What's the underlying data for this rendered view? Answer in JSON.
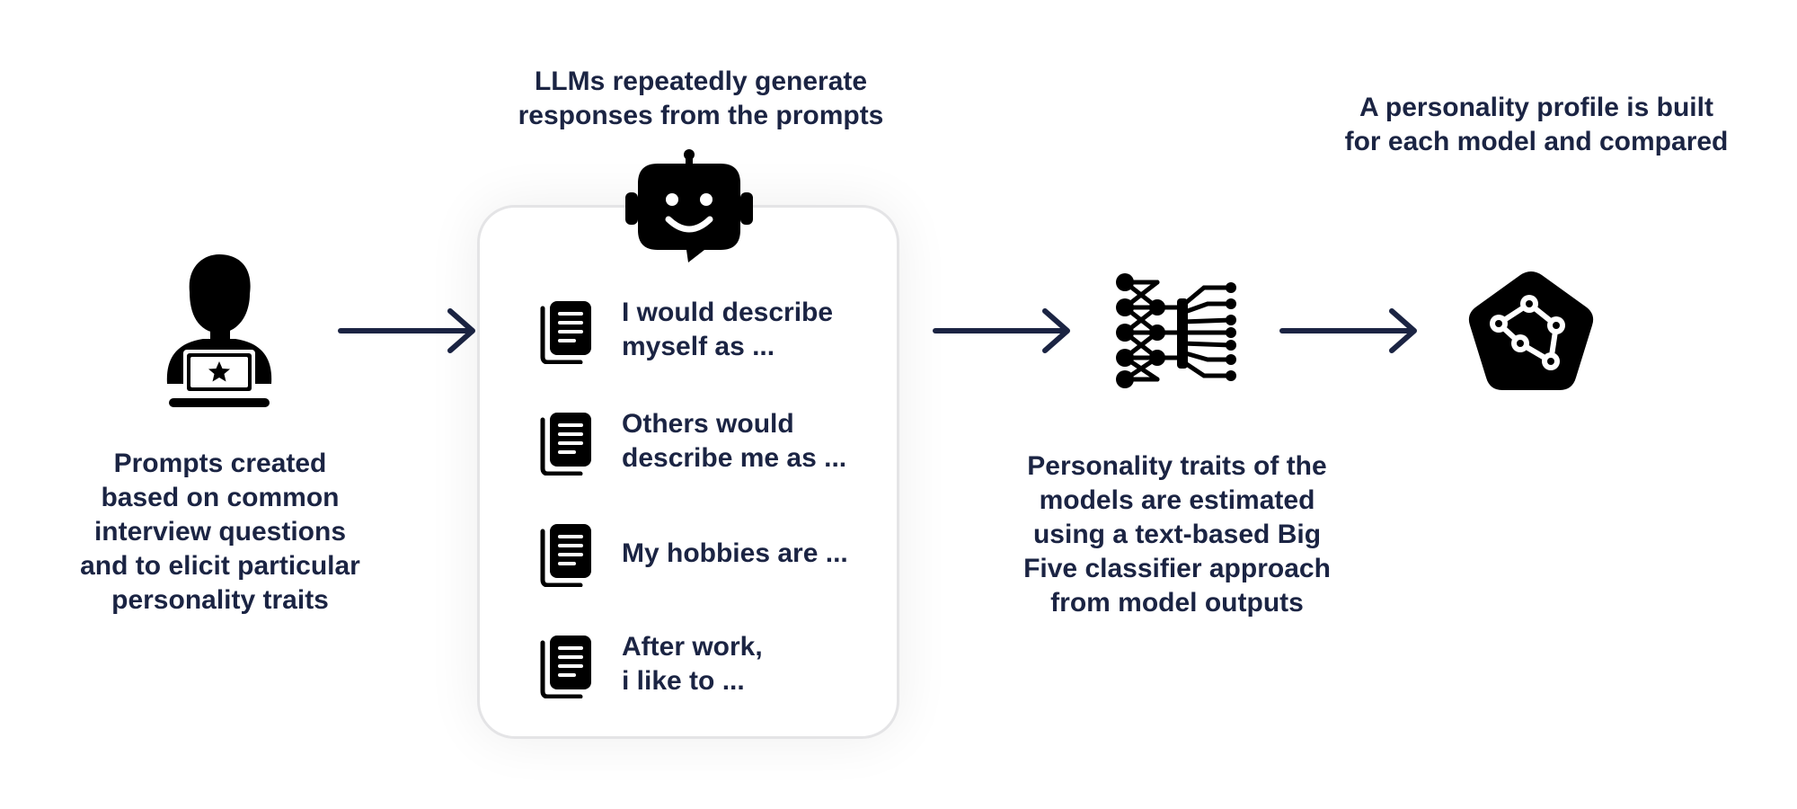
{
  "captions": {
    "prompts": [
      "Prompts created",
      "based on common",
      "interview questions",
      "and to elicit particular",
      "personality traits"
    ],
    "llm": [
      "LLMs repeatedly generate",
      "responses from the prompts"
    ],
    "profile": [
      "A personality profile is built",
      "for each model and compared"
    ],
    "traits": [
      "Personality traits of the",
      "models are estimated",
      "using a text-based Big",
      "Five classifier approach",
      "from model outputs"
    ]
  },
  "prompt_examples": [
    {
      "line1": "I would describe",
      "line2": "myself as ..."
    },
    {
      "line1": "Others would",
      "line2": "describe me as ..."
    },
    {
      "line1": "My hobbies are ...",
      "line2": ""
    },
    {
      "line1": "After work,",
      "line2": "i like to ..."
    }
  ],
  "icons": {
    "user": "person-with-laptop-icon",
    "robot": "robot-head-icon",
    "document": "document-icon",
    "network": "neural-network-icon",
    "profile": "pentagon-graph-icon",
    "arrow": "arrow-right-icon"
  },
  "colors": {
    "text": "#1b2443",
    "arrow": "#1b2443",
    "icon": "#000000",
    "card_border": "#e4e4e6"
  }
}
